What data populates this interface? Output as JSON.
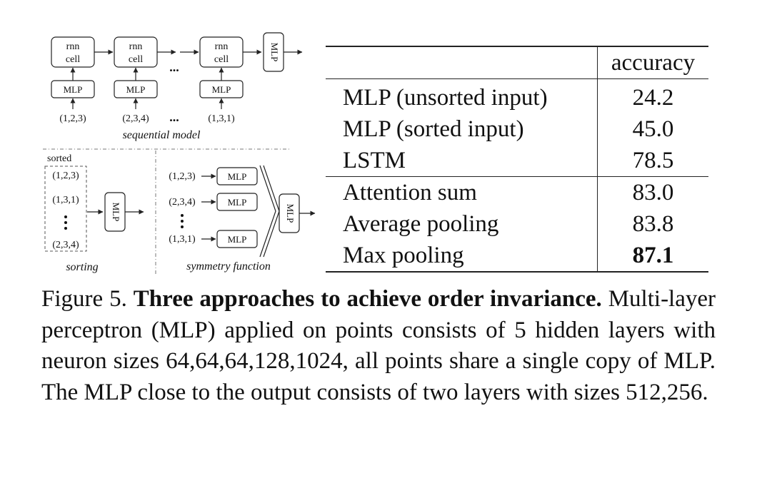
{
  "diagram": {
    "sequential": {
      "cell_line1": "rnn",
      "cell_line2": "cell",
      "mlp_label": "MLP",
      "inputs": [
        "(1,2,3)",
        "(2,3,4)",
        "(1,3,1)"
      ],
      "ellipsis": "...",
      "title": "sequential model",
      "output_mlp": "MLP"
    },
    "sorting": {
      "header": "sorted",
      "items": [
        "(1,2,3)",
        "(1,3,1)",
        "(2,3,4)"
      ],
      "mlp_label": "MLP",
      "title": "sorting"
    },
    "symmetry": {
      "inputs": [
        "(1,2,3)",
        "(2,3,4)",
        "(1,3,1)"
      ],
      "mlp_label": "MLP",
      "output_mlp": "MLP",
      "title": "symmetry function"
    }
  },
  "table": {
    "header": "accuracy",
    "groups": [
      [
        {
          "method": "MLP (unsorted input)",
          "accuracy": "24.2"
        },
        {
          "method": "MLP (sorted input)",
          "accuracy": "45.0"
        },
        {
          "method": "LSTM",
          "accuracy": "78.5"
        }
      ],
      [
        {
          "method": "Attention sum",
          "accuracy": "83.0"
        },
        {
          "method": "Average pooling",
          "accuracy": "83.8"
        },
        {
          "method": "Max pooling",
          "accuracy": "87.1",
          "best": true
        }
      ]
    ]
  },
  "caption": {
    "prefix": "Figure 5.",
    "title": "Three approaches to achieve order invariance.",
    "body": "Multi-layer perceptron (MLP) applied on points consists of 5 hidden layers with neuron sizes 64,64,64,128,1024, all points share a single copy of MLP. The MLP close to the output consists of two layers with sizes 512,256."
  }
}
